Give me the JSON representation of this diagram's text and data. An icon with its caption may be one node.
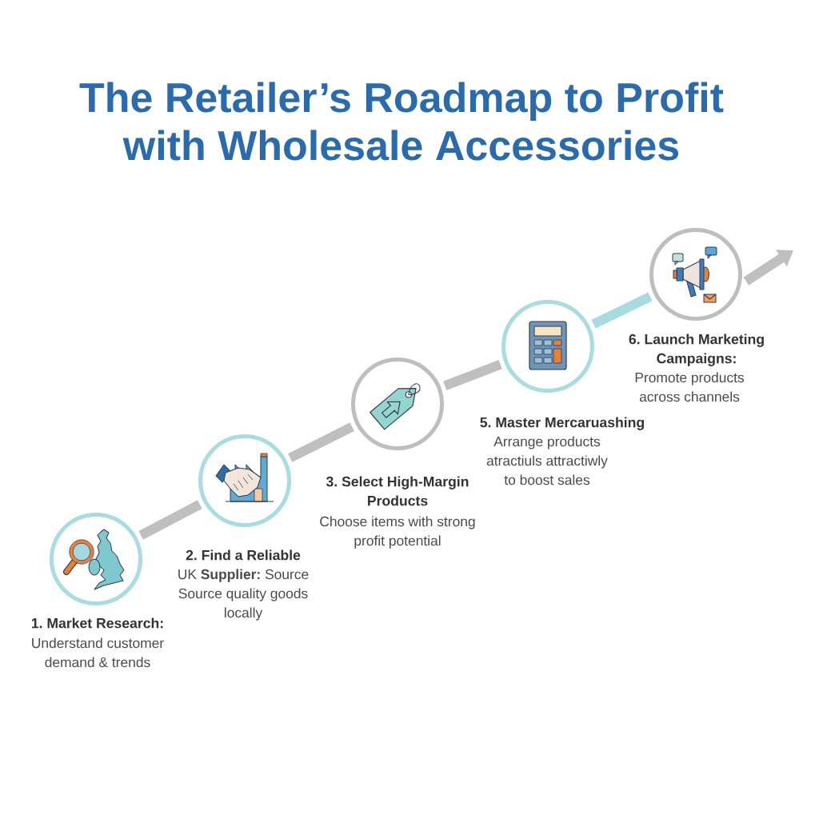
{
  "diagram": {
    "title": "The Retailer’s Roadmap to Profit with Wholesale Accessories",
    "nodes": [
      {
        "text": [
          "1. Market Research:",
          "Understand customer demand & trends"
        ]
      },
      {
        "text": [
          "2. Find a Reliable",
          "UK **Supplier:** Source Source quality goods locally"
        ]
      },
      {
        "text": [
          "3. Select High-Margin Products",
          "Choose items with strong profit potential"
        ]
      },
      {
        "text": [
          "5. Master Mercaruashing",
          "Arrange products atractiuls attractiwly to boost sales"
        ]
      },
      {
        "text": [
          "6. Launch Marketing Campaigns:",
          "Promote products across channels"
        ]
      }
    ],
    "edges": [
      {
        "from": 0,
        "to": 1,
        "arrow": "none"
      },
      {
        "from": 1,
        "to": 2,
        "arrow": "none"
      },
      {
        "from": 2,
        "to": 3,
        "arrow": "none"
      },
      {
        "from": 3,
        "to": 4,
        "arrow": "none",
        "color": "#a8dbe0"
      },
      {
        "from": 4,
        "to": null,
        "arrow": "to"
      }
    ]
  }
}
